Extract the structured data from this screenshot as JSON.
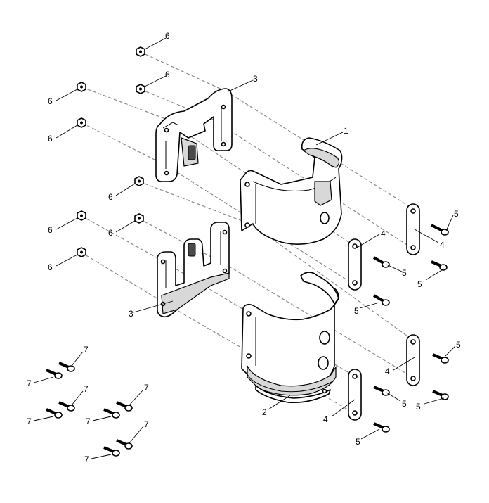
{
  "callouts": {
    "c1": "1",
    "c2": "2",
    "c3": "3",
    "c4": "4",
    "c5": "5",
    "c6": "6",
    "c7": "7"
  },
  "colors": {
    "line": "#000000",
    "dashed_guide": "#8a8a8a",
    "shading": "#d8d8d8",
    "background": "#ffffff"
  }
}
